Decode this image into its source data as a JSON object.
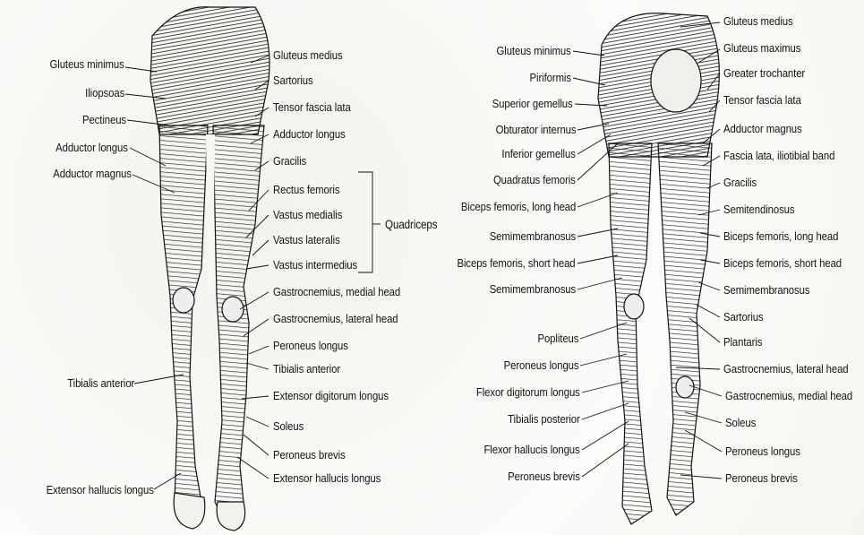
{
  "panels": [
    {
      "name": "anterior-view",
      "labels_left": [
        "Gluteus minimus",
        "Iliopsoas",
        "Pectineus",
        "Adductor longus",
        "Adductor magnus",
        "Tibialis anterior",
        "Extensor hallucis longus"
      ],
      "labels_right": [
        "Gluteus medius",
        "Sartorius",
        "Tensor fascia lata",
        "Adductor longus",
        "Gracilis",
        "Rectus femoris",
        "Vastus medialis",
        "Vastus lateralis",
        "Vastus intermedius",
        "Gastrocnemius, medial head",
        "Gastrocnemius, lateral head",
        "Peroneus longus",
        "Tibialis anterior",
        "Extensor digitorum longus",
        "Soleus",
        "Peroneus brevis",
        "Extensor hallucis longus"
      ],
      "group_label": "Quadriceps"
    },
    {
      "name": "posterior-view",
      "labels_left": [
        "Gluteus minimus",
        "Piriformis",
        "Superior gemellus",
        "Obturator internus",
        "Inferior gemellus",
        "Quadratus femoris",
        "Biceps femoris, long head",
        "Semimembranosus",
        "Biceps femoris, short head",
        "Semimembranosus",
        "Popliteus",
        "Peroneus longus",
        "Flexor digitorum longus",
        "Tibialis posterior",
        "Flexor hallucis longus",
        "Peroneus brevis"
      ],
      "labels_right": [
        "Gluteus medius",
        "Gluteus maximus",
        "Greater trochanter",
        "Tensor fascia lata",
        "Adductor magnus",
        "Fascia lata, iliotibial band",
        "Gracilis",
        "Semitendinosus",
        "Biceps femoris, long head",
        "Biceps femoris, short head",
        "Semimembranosus",
        "Sartorius",
        "Plantaris",
        "Gastrocnemius, lateral head",
        "Gastrocnemius, medial head",
        "Soleus",
        "Peroneus longus",
        "Peroneus brevis"
      ]
    }
  ],
  "colors": {
    "ink": "#141414",
    "paper": "#fafaf7"
  }
}
